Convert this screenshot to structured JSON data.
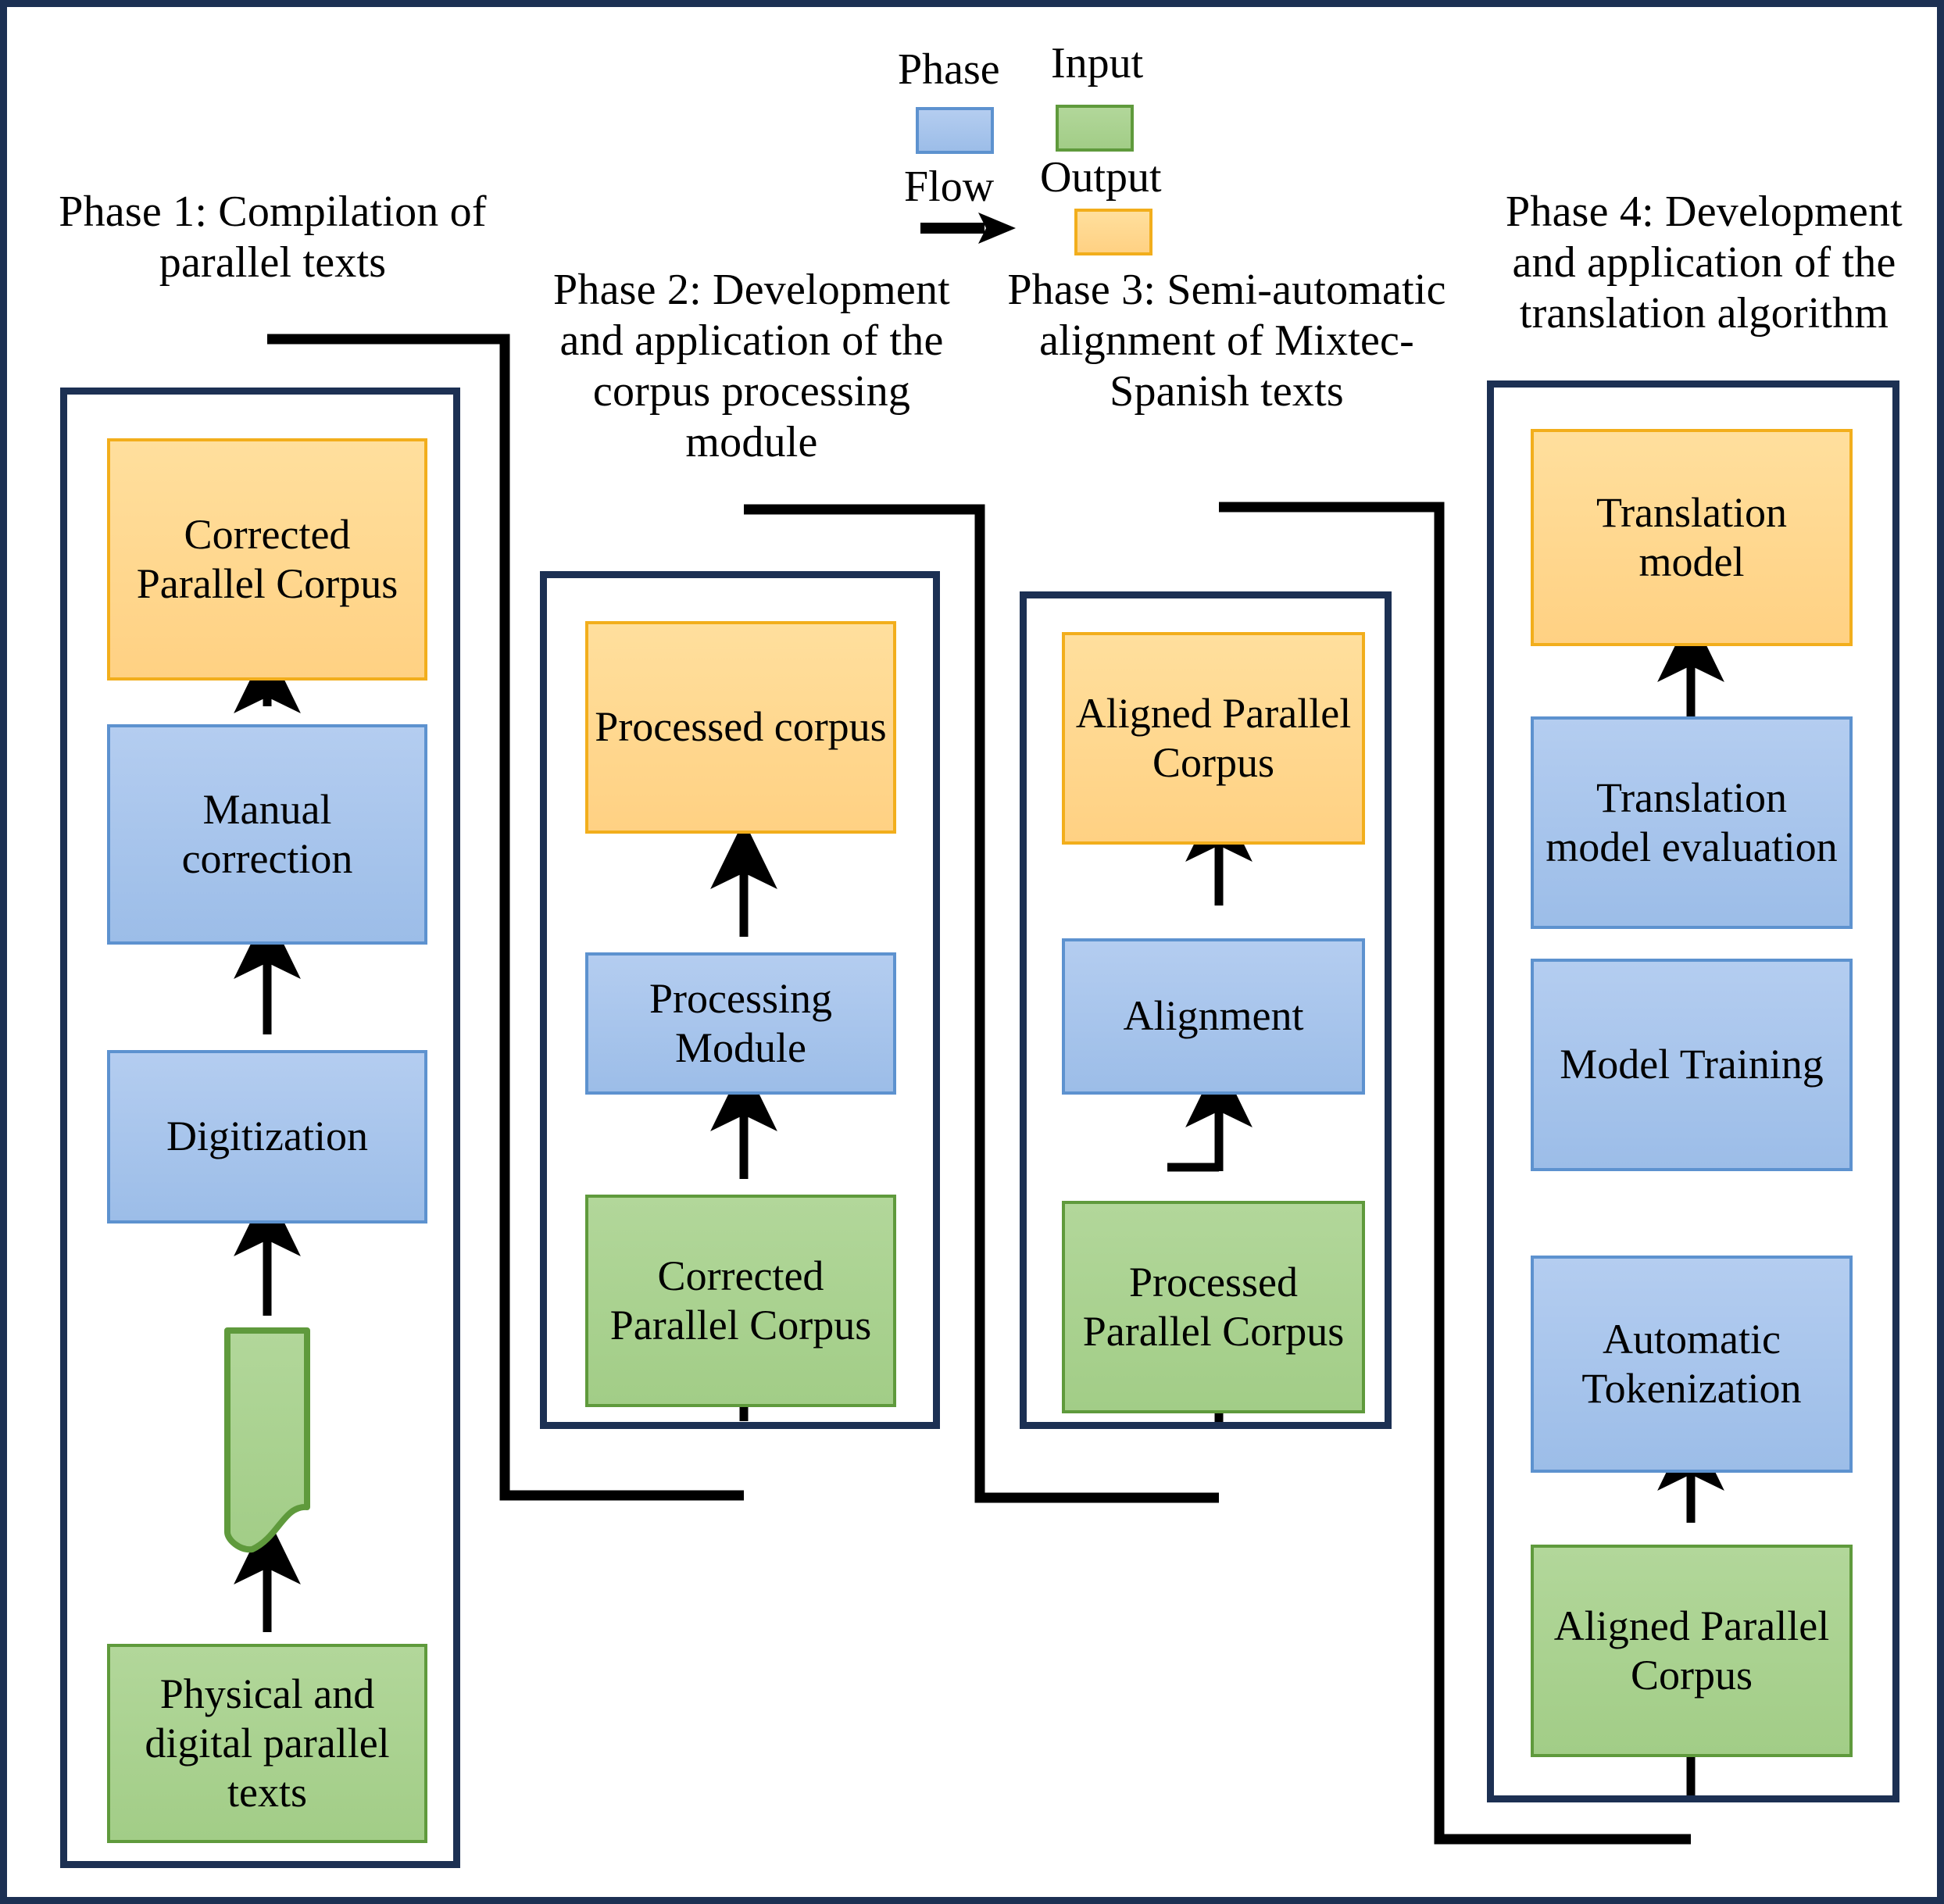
{
  "figure": {
    "kind": "flowchart",
    "frame_color": "#1c3053",
    "connector_color": "#000000"
  },
  "legend": {
    "phase_label": "Phase",
    "flow_label": "Flow",
    "input_label": "Input",
    "output_label": "Output",
    "phase_color": "#9cbde8",
    "input_color": "#a2cd87",
    "output_color": "#ffd183",
    "flow_icon": "arrow-right-icon"
  },
  "phases": [
    {
      "id": "phase1",
      "title": "Phase 1: Compilation of parallel texts",
      "nodes": [
        {
          "id": "p1-out",
          "label": "Corrected Parallel Corpus",
          "type": "output"
        },
        {
          "id": "p1-s2",
          "label": "Manual correction",
          "type": "phase"
        },
        {
          "id": "p1-s1",
          "label": "Digitization",
          "type": "phase"
        },
        {
          "id": "p1-doc",
          "label": "",
          "type": "document"
        },
        {
          "id": "p1-in",
          "label": "Physical and digital parallel texts",
          "type": "input"
        }
      ]
    },
    {
      "id": "phase2",
      "title": "Phase 2: Development and application of the corpus processing module",
      "nodes": [
        {
          "id": "p2-out",
          "label": "Processed corpus",
          "type": "output"
        },
        {
          "id": "p2-s1",
          "label": "Processing Module",
          "type": "phase"
        },
        {
          "id": "p2-in",
          "label": "Corrected Parallel Corpus",
          "type": "input"
        }
      ]
    },
    {
      "id": "phase3",
      "title": "Phase 3: Semi-automatic alignment of Mixtec-Spanish texts",
      "nodes": [
        {
          "id": "p3-out",
          "label": "Aligned Parallel Corpus",
          "type": "output"
        },
        {
          "id": "p3-s1",
          "label": "Alignment",
          "type": "phase"
        },
        {
          "id": "p3-in",
          "label": "Processed Parallel Corpus",
          "type": "input"
        }
      ]
    },
    {
      "id": "phase4",
      "title": "Phase 4: Development and application of the translation algorithm",
      "nodes": [
        {
          "id": "p4-out",
          "label": "Translation model",
          "type": "output"
        },
        {
          "id": "p4-s3",
          "label": "Translation model evaluation",
          "type": "phase"
        },
        {
          "id": "p4-s2",
          "label": "Model Training",
          "type": "phase"
        },
        {
          "id": "p4-s1",
          "label": "Automatic Tokenization",
          "type": "phase"
        },
        {
          "id": "p4-in",
          "label": "Aligned Parallel Corpus",
          "type": "input"
        }
      ]
    }
  ]
}
